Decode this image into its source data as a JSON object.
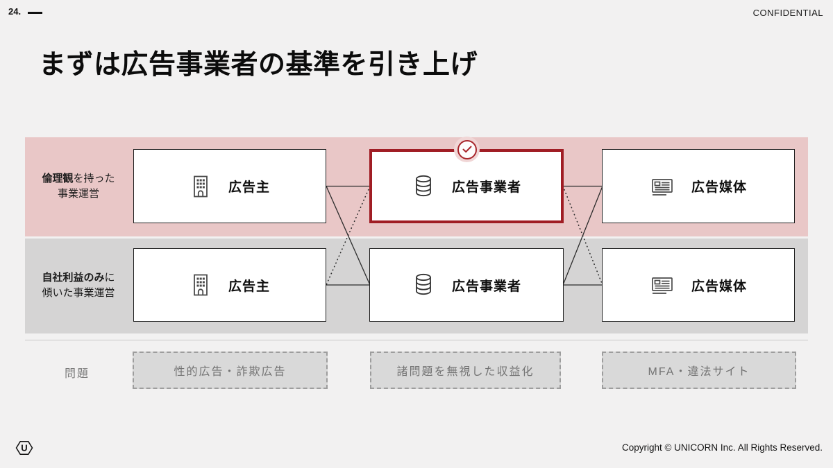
{
  "header": {
    "page_number": "24.",
    "confidential": "CONFIDENTIAL"
  },
  "title": "まずは広告事業者の基準を引き上げ",
  "diagram": {
    "rows": [
      {
        "id": "ethical",
        "label_bold": "倫理観",
        "label_rest": "を持った",
        "label_line2": "事業運営",
        "band_color": "#e9c7c7"
      },
      {
        "id": "self-interest",
        "label_bold": "自社利益のみ",
        "label_rest": "に",
        "label_line2": "傾いた事業運営",
        "band_color": "#d5d4d4"
      }
    ],
    "entities": {
      "advertiser": {
        "label": "広告主",
        "icon": "building-icon"
      },
      "ad_business": {
        "label": "広告事業者",
        "icon": "database-icon"
      },
      "ad_media": {
        "label": "広告媒体",
        "icon": "newspaper-icon"
      }
    },
    "highlight": {
      "entity": "広告事業者",
      "row": "ethical",
      "badge": "check",
      "border_color": "#a01d24"
    }
  },
  "problems": {
    "label": "問題",
    "items": [
      "性的広告・詐欺広告",
      "諸問題を無視した収益化",
      "MFA・違法サイト"
    ]
  },
  "footer": {
    "logo_letter": "U",
    "copyright": "Copyright © UNICORN Inc. All Rights Reserved."
  },
  "colors": {
    "accent_red": "#a01d24",
    "band_pink": "#e9c7c7",
    "band_gray": "#d5d4d4",
    "background": "#f2f1f1",
    "problem_gray": "#d9d9d9"
  }
}
